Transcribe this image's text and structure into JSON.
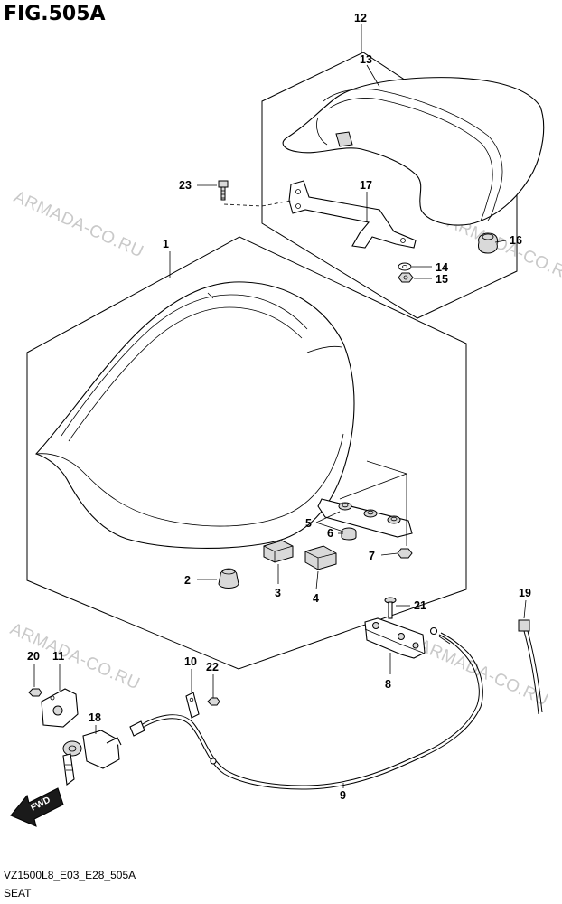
{
  "header": {
    "fig_title": "FIG.505A"
  },
  "footer": {
    "code": "VZ1500L8_E03_E28_505A",
    "caption": "SEAT"
  },
  "watermark": {
    "text": "ARMADA-CO.RU"
  },
  "fwd_arrow": {
    "label": "FWD"
  },
  "callouts": {
    "c1": "1",
    "c2": "2",
    "c3": "3",
    "c4": "4",
    "c5": "5",
    "c6": "6",
    "c7": "7",
    "c8": "8",
    "c9": "9",
    "c10": "10",
    "c11": "11",
    "c12": "12",
    "c13": "13",
    "c14": "14",
    "c15": "15",
    "c16": "16",
    "c17": "17",
    "c18": "18",
    "c19": "19",
    "c20": "20",
    "c21": "21",
    "c22": "22",
    "c23": "23"
  },
  "icons": {
    "seat_front": "front-seat-icon",
    "seat_rear": "rear-seat-icon",
    "cable": "seat-lock-cable-icon",
    "lock": "seat-lock-icon",
    "fwd": "fwd-arrow-icon"
  }
}
